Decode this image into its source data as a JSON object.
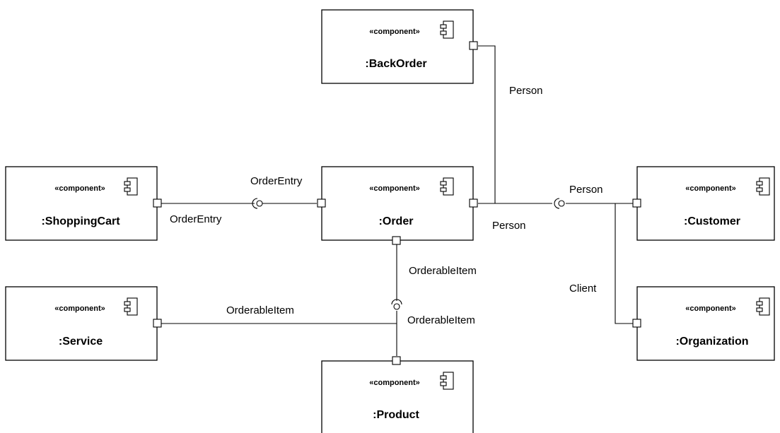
{
  "diagram": {
    "stereotype": "«component»",
    "components": {
      "backorder": ":BackOrder",
      "shoppingcart": ":ShoppingCart",
      "order": ":Order",
      "customer": ":Customer",
      "service": ":Service",
      "organization": ":Organization",
      "product": ":Product"
    },
    "labels": {
      "backorder_person": "Person",
      "orderentry_top": "OrderEntry",
      "orderentry_bottom": "OrderEntry",
      "order_person": "Person",
      "customer_person": "Person",
      "orderable_order": "OrderableItem",
      "orderable_service": "OrderableItem",
      "orderable_product": "OrderableItem",
      "client": "Client"
    }
  }
}
